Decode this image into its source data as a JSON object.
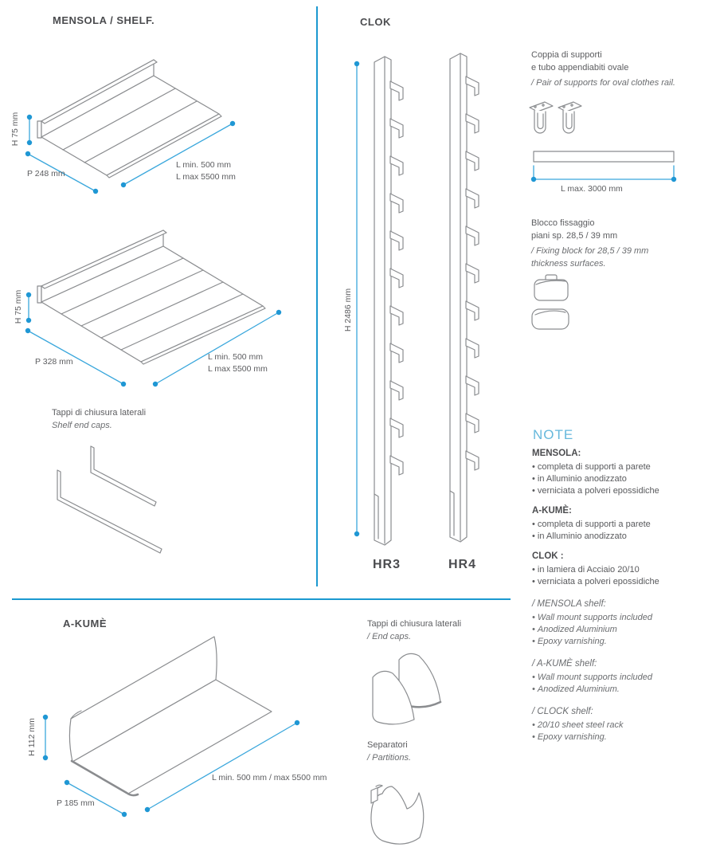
{
  "colors": {
    "accent_blue": "#2da3dc",
    "divider_blue": "#1b99d0",
    "note_blue": "#66b8dc",
    "text_gray": "#595a5d",
    "heading_gray": "#4b4c4f",
    "drawing_line_gray": "#8a8c8f"
  },
  "mensola": {
    "title": "MENSOLA / SHELF.",
    "shelf_narrow": {
      "height": "H 75 mm",
      "depth": "P 248 mm",
      "length": "L min. 500 mm\nL max 5500 mm"
    },
    "shelf_wide": {
      "height": "H 75 mm",
      "depth": "P 328 mm",
      "length": "L min. 500 mm\nL max 5500 mm"
    },
    "end_caps": {
      "it": "Tappi di chiusura laterali",
      "en": "Shelf end caps."
    }
  },
  "clok": {
    "title": "CLOK",
    "height": "H 2486 mm",
    "model_left": "HR3",
    "model_right": "HR4"
  },
  "accessories": {
    "rail": {
      "it_line1": "Coppia di supporti",
      "it_line2": "e tubo appendiabiti ovale",
      "en": "/ Pair of supports for oval clothes rail.",
      "length": "L max. 3000 mm"
    },
    "fixing_block": {
      "it_line1": "Blocco fissaggio",
      "it_line2": "piani sp. 28,5 / 39 mm",
      "en_line1": "/ Fixing block for 28,5 / 39 mm",
      "en_line2": "thickness surfaces."
    }
  },
  "note": {
    "title": "NOTE",
    "it": [
      {
        "heading": "MENSOLA:",
        "items": [
          "completa di supporti a parete",
          "in Alluminio anodizzato",
          "verniciata a polveri epossidiche"
        ]
      },
      {
        "heading": "A-KUMÈ:",
        "items": [
          "completa di supporti a parete",
          "in Alluminio anodizzato"
        ]
      },
      {
        "heading": "CLOK :",
        "items": [
          "in lamiera di Acciaio 20/10",
          "verniciata a polveri epossidiche"
        ]
      }
    ],
    "en": [
      {
        "heading": "/ MENSOLA shelf:",
        "items": [
          "Wall mount supports included",
          "Anodized Aluminium",
          "Epoxy varnishing."
        ]
      },
      {
        "heading": "/ A-KUMÈ shelf:",
        "items": [
          "Wall mount supports included",
          "Anodized Aluminium."
        ]
      },
      {
        "heading": "/ CLOCK shelf:",
        "items": [
          "20/10 sheet steel rack",
          "Epoxy varnishing."
        ]
      }
    ]
  },
  "akume": {
    "title": "A-KUMÈ",
    "shelf": {
      "height": "H 112 mm",
      "depth": "P 185 mm",
      "length": "L min. 500 mm / max 5500 mm"
    },
    "end_caps": {
      "it": "Tappi di chiusura laterali",
      "en": "/ End caps."
    },
    "separators": {
      "it": "Separatori",
      "en": "/ Partitions."
    }
  }
}
